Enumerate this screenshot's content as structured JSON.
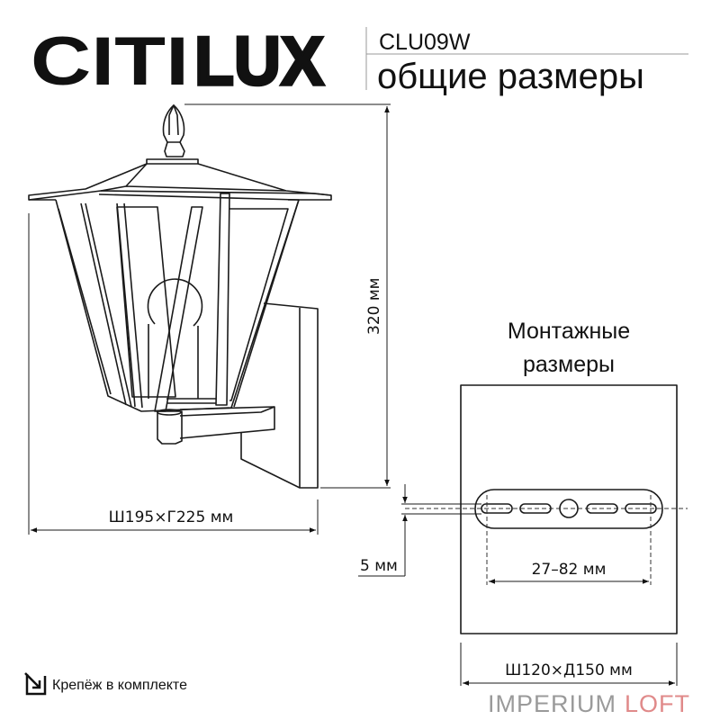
{
  "header": {
    "brand": "CITILUX",
    "brand_solid": "CITI",
    "brand_outline": "LUX",
    "model": "CLU09W",
    "subtitle": "общие размеры"
  },
  "lamp": {
    "height_label": "320 мм",
    "width_label": "Ш195×Г225 мм"
  },
  "mounting": {
    "title_line1": "Монтажные",
    "title_line2": "размеры",
    "offset_label": "5 мм",
    "hole_spacing_label": "27–82 мм",
    "plate_size_label": "Ш120×Д150 мм"
  },
  "footer": {
    "icon": "mounting-kit-icon",
    "note": "Крепёж в комплекте"
  },
  "watermark": {
    "text_left": "IMPERIUM",
    "text_right": "LOFT",
    "color_left": "#9a9a9a",
    "color_right": "#e08a8a"
  }
}
